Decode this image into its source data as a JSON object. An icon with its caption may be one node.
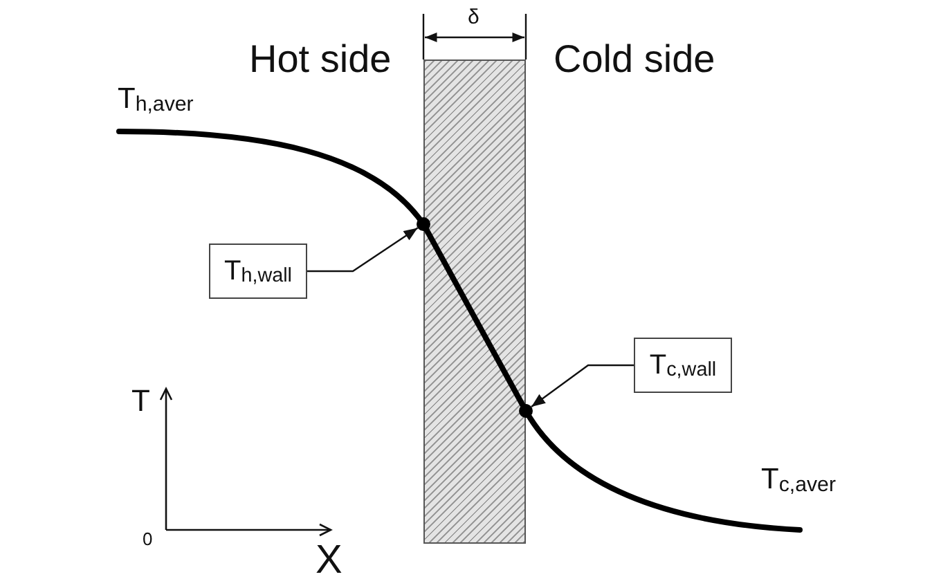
{
  "diagram": {
    "nodes": [
      {
        "text": [],
        "shape": "box"
      },
      {
        "text": [
          "T$_{h,wall}$"
        ]
      },
      {
        "text": [],
        "shape": "circle"
      },
      {
        "text": [
          "T$_{c,wall}$"
        ]
      },
      {
        "text": [],
        "shape": "circle"
      }
    ],
    "edges": [
      {
        "from": 1,
        "to": 2,
        "arrow": "to"
      },
      {
        "from": 3,
        "to": 4,
        "arrow": "to"
      }
    ],
    "labels": [
      "δ",
      "Hot side",
      "Cold side",
      "T$_{h,aver}$",
      "T",
      "T$_{c,aver}$",
      "0",
      "X"
    ]
  }
}
